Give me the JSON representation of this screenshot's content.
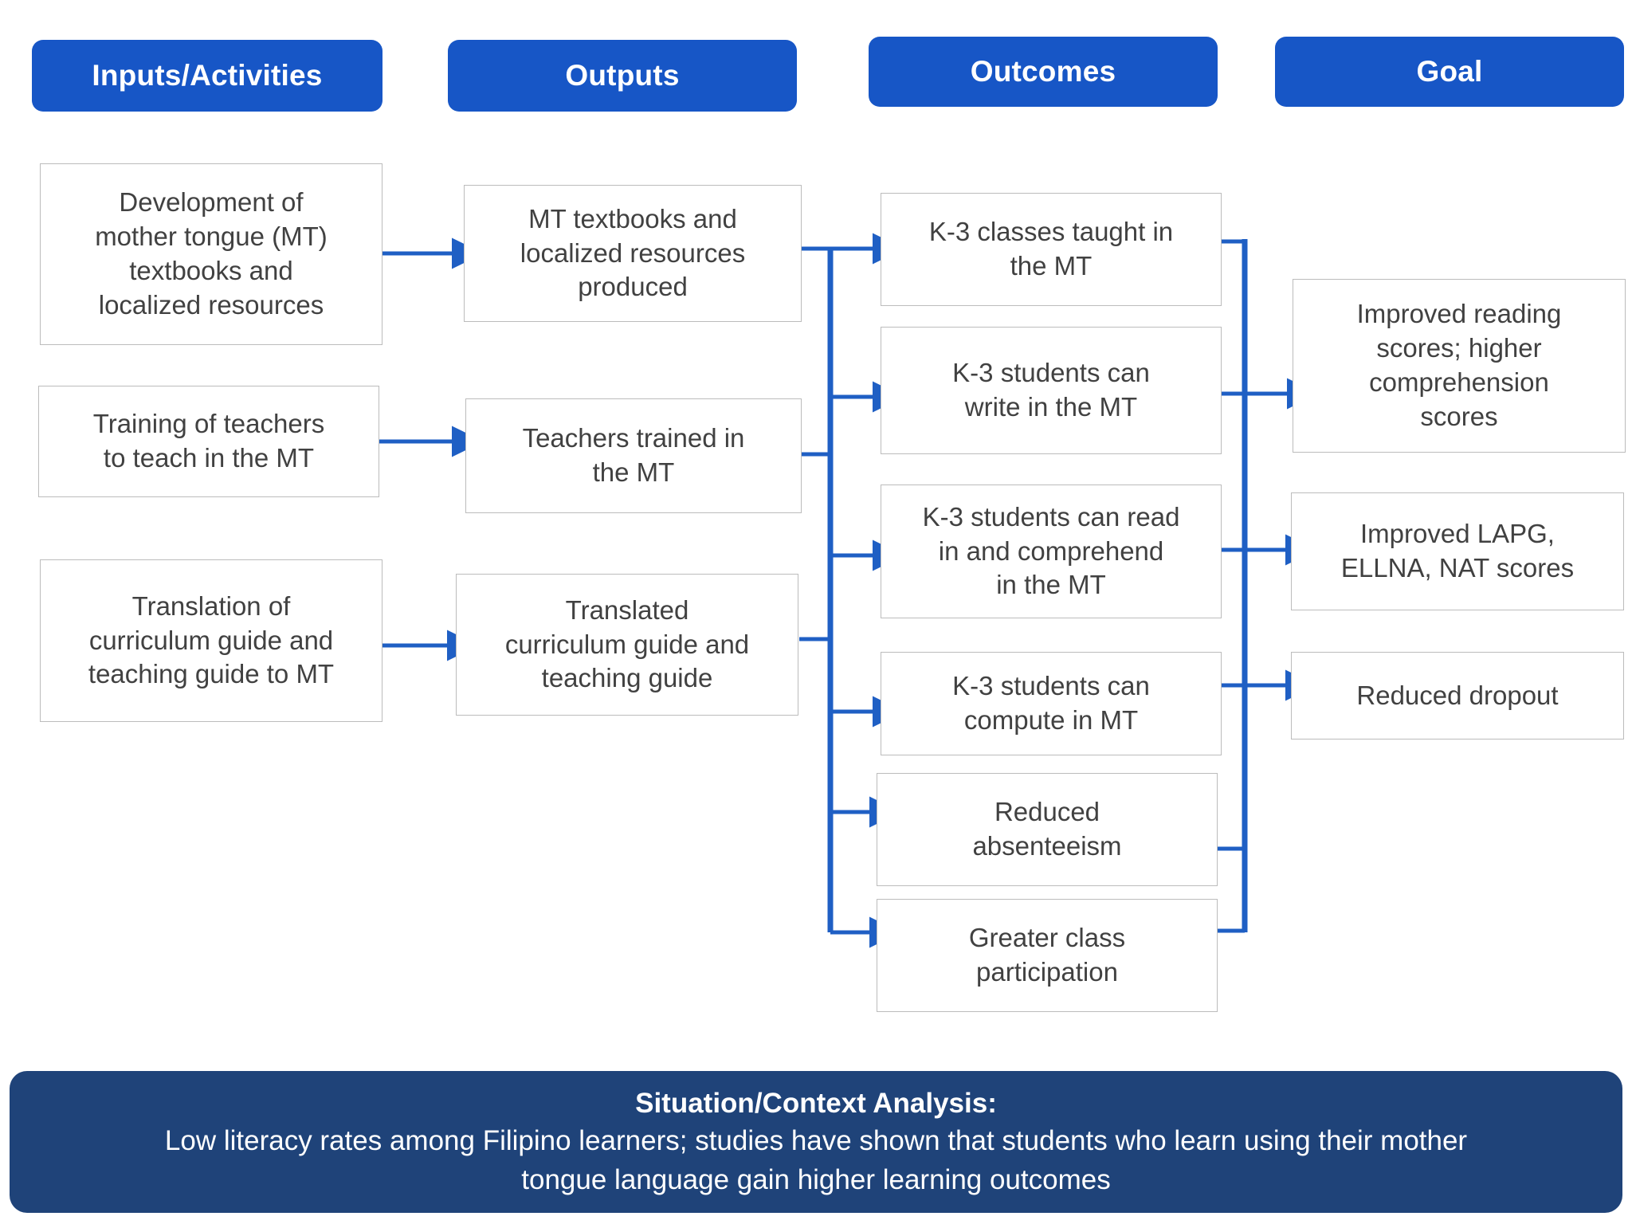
{
  "diagram": {
    "title_bar_color": "#1756C6",
    "footer_color": "#1F4379",
    "connector_color": "#1F5FC4",
    "box_border_color": "#bcbcbc",
    "box_text_color": "#414141"
  },
  "columns": [
    {
      "key": "inputs",
      "label": "Inputs/Activities"
    },
    {
      "key": "outputs",
      "label": "Outputs"
    },
    {
      "key": "outcomes",
      "label": "Outcomes"
    },
    {
      "key": "goal",
      "label": "Goal"
    }
  ],
  "inputs": {
    "items": [
      {
        "text": "Development of\nmother tongue (MT)\ntextbooks and\nlocalized  resources"
      },
      {
        "text": "Training of teachers\nto teach in the MT"
      },
      {
        "text": "Translation of\ncurriculum guide and\nteaching guide to MT"
      }
    ]
  },
  "outputs": {
    "items": [
      {
        "text": "MT textbooks and\nlocalized resources\nproduced"
      },
      {
        "text": "Teachers trained in\nthe MT"
      },
      {
        "text": "Translated\ncurriculum guide and\nteaching guide"
      }
    ]
  },
  "outcomes": {
    "items": [
      {
        "text": "K-3 classes taught in\nthe MT"
      },
      {
        "text": "K-3 students can\nwrite in the MT"
      },
      {
        "text": "K-3 students can read\nin and comprehend\nin the MT"
      },
      {
        "text": "K-3 students can\ncompute in MT"
      },
      {
        "text": "Reduced\nabsenteeism"
      },
      {
        "text": "Greater class\nparticipation"
      }
    ]
  },
  "goal": {
    "items": [
      {
        "text": "Improved reading\nscores; higher\ncomprehension\nscores"
      },
      {
        "text": "Improved LAPG,\nELLNA, NAT scores"
      },
      {
        "text": "Reduced dropout"
      }
    ]
  },
  "footer": {
    "title": "Situation/Context Analysis:",
    "body": "Low literacy rates among Filipino learners; studies have shown that students who learn using their mother\ntongue language gain higher learning outcomes"
  }
}
